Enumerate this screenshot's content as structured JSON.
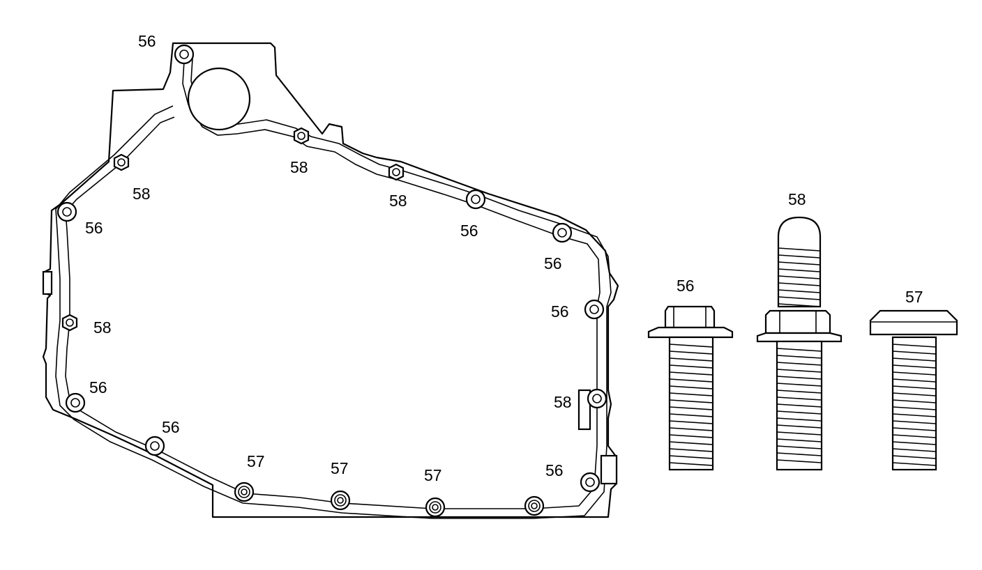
{
  "callouts": [
    {
      "id": "c1",
      "text": "56"
    },
    {
      "id": "c2",
      "text": "58"
    },
    {
      "id": "c3",
      "text": "58"
    },
    {
      "id": "c4",
      "text": "56"
    },
    {
      "id": "c5",
      "text": "58"
    },
    {
      "id": "c6",
      "text": "56"
    },
    {
      "id": "c7",
      "text": "58"
    },
    {
      "id": "c8",
      "text": "56"
    },
    {
      "id": "c9",
      "text": "56"
    },
    {
      "id": "c10",
      "text": "56"
    },
    {
      "id": "c11",
      "text": "58"
    },
    {
      "id": "c12",
      "text": "56"
    },
    {
      "id": "c13",
      "text": "56"
    },
    {
      "id": "c14",
      "text": "57"
    },
    {
      "id": "c15",
      "text": "57"
    },
    {
      "id": "c16",
      "text": "57"
    },
    {
      "id": "c17",
      "text": "56"
    }
  ],
  "fasteners": [
    {
      "id": "bolt-56",
      "label": "56"
    },
    {
      "id": "stud-58",
      "label": "58"
    },
    {
      "id": "bolt-57",
      "label": "57"
    }
  ]
}
